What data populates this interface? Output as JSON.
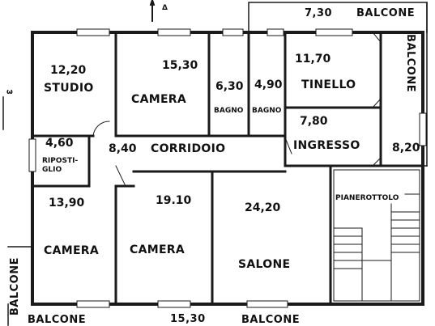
{
  "rooms": {
    "studio": {
      "name": "STUDIO",
      "area": "12,20"
    },
    "camera_top": {
      "name": "CAMERA",
      "area": "15,30"
    },
    "bagno_1": {
      "name": "BAGNO",
      "area": "6,30"
    },
    "bagno_2": {
      "name": "BAGNO",
      "area": "4,90"
    },
    "tinello": {
      "name": "TINELLO",
      "area": "11,70"
    },
    "ripostiglio": {
      "name": "RIPOSTI-\nGLIO",
      "area": "4,60"
    },
    "corridoio": {
      "name": "CORRIDOIO",
      "area": "8,40"
    },
    "ingresso": {
      "name": "INGRESSO",
      "area": "7,80"
    },
    "camera_bl": {
      "name": "CAMERA",
      "area": "13,90"
    },
    "camera_bm": {
      "name": "CAMERA",
      "area": "19.10"
    },
    "salone": {
      "name": "SALONE",
      "area": "24,20"
    },
    "pianerottolo": {
      "name": "PIANEROTTOLO"
    }
  },
  "balconies": {
    "top": {
      "name": "BALCONE",
      "area": "7,30"
    },
    "right": {
      "name": "BALCONE"
    },
    "right_area": "8,20",
    "bottom": {
      "name": "BALCONE",
      "area": "15,30"
    },
    "bottom_left": {
      "name": "BALCONE"
    },
    "left_vertical": {
      "name": "BALCONE"
    }
  },
  "markers": {
    "north_symbol": "Δ",
    "side_symbol": "ω"
  },
  "colors": {
    "wall": "#1a1a1a",
    "line": "#333333",
    "background": "#ffffff"
  }
}
